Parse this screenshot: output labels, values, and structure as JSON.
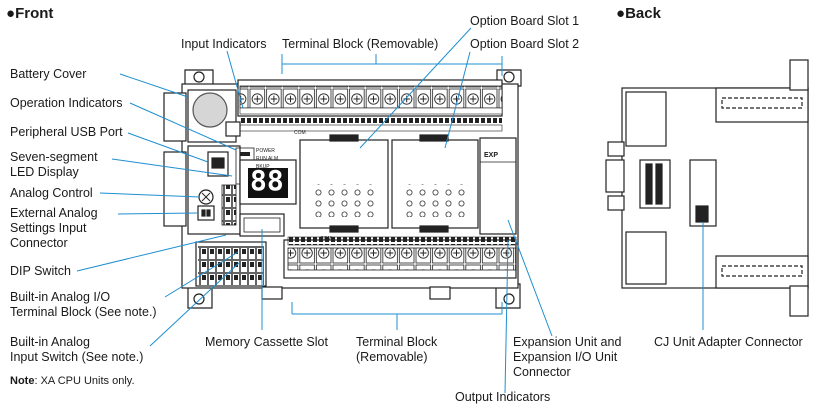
{
  "headings": {
    "front": "Front",
    "back": "Back",
    "bullet": "●"
  },
  "labels": {
    "battery_cover": "Battery Cover",
    "operation_indicators": "Operation Indicators",
    "peripheral_usb_port": "Peripheral USB Port",
    "seven_segment_1": "Seven-segment",
    "seven_segment_2": "LED Display",
    "analog_control": "Analog Control",
    "external_analog_1": "External Analog",
    "external_analog_2": "Settings Input",
    "external_analog_3": "Connector",
    "dip_switch": "DIP Switch",
    "builtin_analog_io_1": "Built-in Analog I/O",
    "builtin_analog_io_2": "Terminal Block (See note.)",
    "builtin_analog_input_1": "Built-in Analog",
    "builtin_analog_input_2": "Input Switch (See note.)",
    "input_indicators": "Input Indicators",
    "terminal_block_top": "Terminal Block (Removable)",
    "option_board_slot_1": "Option Board Slot 1",
    "option_board_slot_2": "Option Board Slot 2",
    "memory_cassette_slot": "Memory Cassette Slot",
    "terminal_block_bottom_1": "Terminal Block",
    "terminal_block_bottom_2": "(Removable)",
    "expansion_1": "Expansion Unit and",
    "expansion_2": "Expansion I/O Unit",
    "expansion_3": "Connector",
    "output_indicators": "Output Indicators",
    "cj_adapter": "CJ Unit Adapter Connector"
  },
  "note": {
    "prefix": "Note",
    "text": ": XA CPU Units only."
  },
  "device_text": {
    "led_display": "88.",
    "power": "POWER",
    "run_alm": "RUN ALM",
    "bkup": "BKUP",
    "exp": "EXP",
    "com": "COM"
  },
  "colors": {
    "line": "#1f8fd0",
    "ink": "#1a1a1a"
  }
}
